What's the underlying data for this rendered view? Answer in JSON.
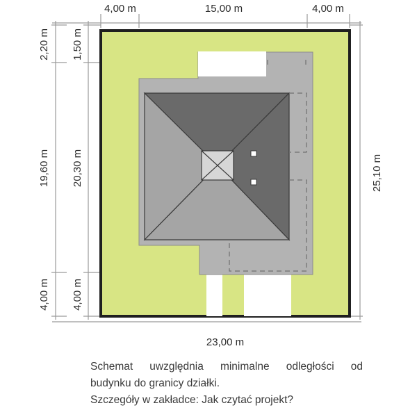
{
  "dimensions": {
    "top": [
      "4,00 m",
      "15,00 m",
      "4,00 m"
    ],
    "bottom": "23,00 m",
    "right": "25,10 m",
    "left_outer": [
      "2,20 m",
      "19,60 m",
      "4,00 m"
    ],
    "left_inner": [
      "1,50 m",
      "20,30 m",
      "4,00 m"
    ]
  },
  "caption": {
    "line1": "Schemat uwzględnia minimalne odległości od",
    "line2": "budynku do granicy działki.",
    "line3": "Szczegóły w zakładce: Jak czytać projekt?"
  },
  "colors": {
    "plot": "#d8e584",
    "building_floor": "#b3b3b3",
    "roof_dark": "#6a6a6a",
    "roof_light": "#a5a5a5",
    "boundary": "#1f1f1f"
  }
}
